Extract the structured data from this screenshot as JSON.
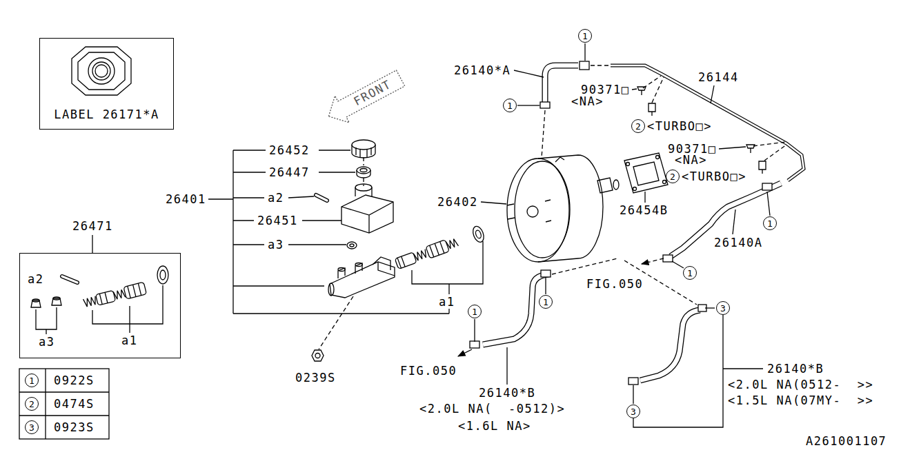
{
  "diagram": {
    "nodes": [
      {
        "text": [
          "LABEL 26171*A"
        ]
      },
      {
        "text": [
          "26471"
        ]
      },
      {
        "text": [
          "1"
        ]
      },
      {
        "text": [
          "1"
        ]
      },
      {
        "text": [
          "2"
        ]
      },
      {
        "text": [
          "2"
        ]
      },
      {
        "text": [
          "1"
        ]
      },
      {
        "text": [
          "1"
        ]
      },
      {
        "text": [
          "1"
        ]
      },
      {
        "text": [
          "1"
        ]
      },
      {
        "text": [
          "3"
        ]
      },
      {
        "text": [
          "3"
        ]
      },
      {
        "text": [
          "1"
        ]
      },
      {
        "text": [
          "2"
        ]
      },
      {
        "text": [
          "3"
        ]
      }
    ],
    "edges": [
      {
        "from": 10,
        "to": 11,
        "arrow": "none"
      }
    ],
    "labels": [
      "26140*A",
      "26144",
      "90371□",
      "<NA>",
      "<TURBO□>",
      "90371□",
      "<NA>",
      "<TURBO□>",
      "FRONT",
      "26452",
      "26447",
      "26401",
      "a2",
      "26451",
      "a3",
      "26402",
      "26454B",
      "26140A",
      "FIG.050",
      "a1",
      "0239S",
      "FIG.050",
      "26140*B",
      "<2.0L NA(  -0512)>",
      "<1.6L NA>",
      "26140*B",
      "<2.0L NA(0512-  >>",
      "<1.5L NA(07MY-  >>",
      "a2",
      "a3",
      "a1",
      "0922S",
      "0474S",
      "0923S",
      "A261001107"
    ]
  }
}
